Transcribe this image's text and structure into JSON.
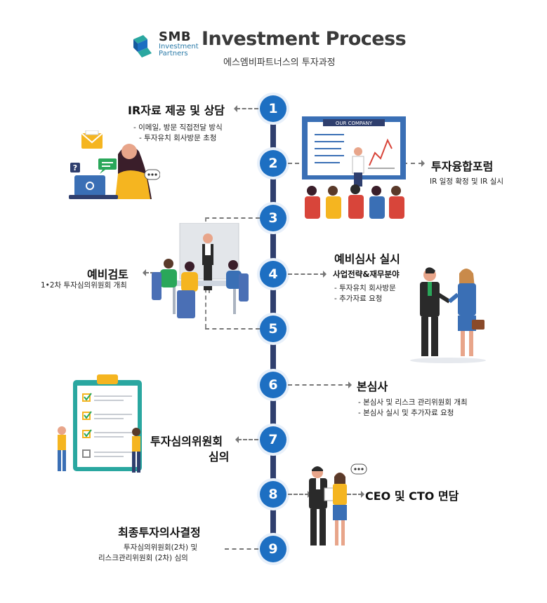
{
  "header": {
    "logo_name": "SMB",
    "logo_sub1": "Investment",
    "logo_sub2": "Partners",
    "title": "Investment Process",
    "subtitle": "에스엠비파트너스의 투자과정"
  },
  "colors": {
    "node": "#1d6fc2",
    "timeline": "#2f3f6e",
    "accent": "#f5b520"
  },
  "steps": [
    {
      "number": "1",
      "title": "IR자료 제공 및 상담",
      "details": [
        "- 이메일, 방문 직접전달 방식",
        "- 투자유치 회사방문 초청"
      ]
    },
    {
      "number": "2",
      "title": "투자융합포럼",
      "details": [
        "IR 일정 확정 및 IR 실시"
      ]
    },
    {
      "number": "3"
    },
    {
      "number": "4",
      "title": "예비심사 실시",
      "subtitle": "사업전략&재무분야",
      "details": [
        "- 투자유치 회사방문",
        "- 추가자료 요청"
      ]
    },
    {
      "number": "5"
    },
    {
      "number": "6",
      "title": "본심사",
      "details": [
        "- 본심사 및 리스크 관리위원회 개최",
        "- 본심사 실시 및 추가자료 요청"
      ]
    },
    {
      "number": "7",
      "title_line1": "투자심의위원회",
      "title_line2": "심의"
    },
    {
      "number": "8",
      "title": "CEO 및 CTO 면담"
    },
    {
      "number": "9",
      "title": "최종투자의사결정",
      "details": [
        "투자심의위원회(2차) 및",
        "리스크관리위원회 (2차) 심의"
      ]
    }
  ],
  "review": {
    "title": "예비검토",
    "detail": "1•2차 투자심의위원회 개최"
  },
  "screen_label": "OUR COMPANY",
  "icons": [
    "logo-icon",
    "mail-icon",
    "chat-icon",
    "question-icon",
    "laptop-icon",
    "dots-icon",
    "checkbox-icon"
  ]
}
